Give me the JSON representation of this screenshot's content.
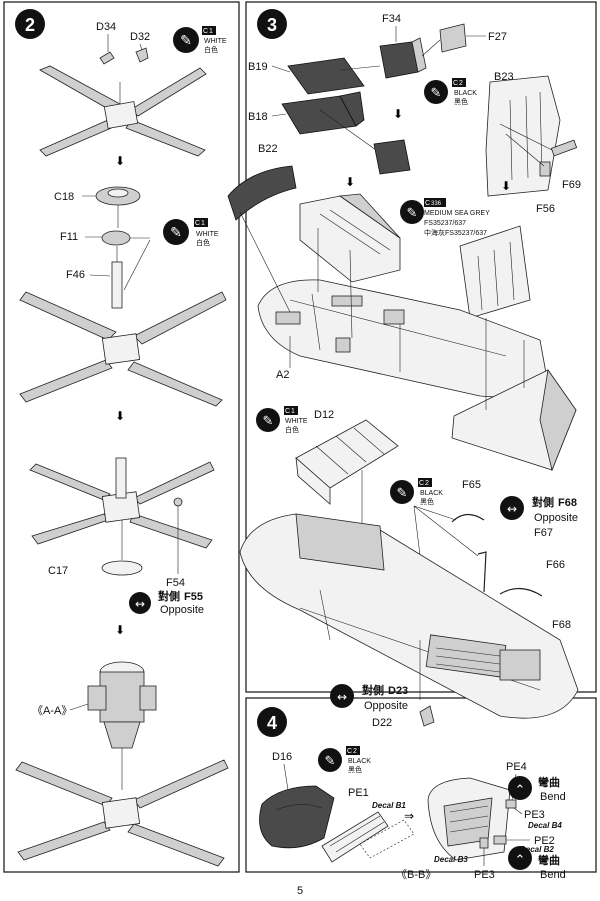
{
  "steps": [
    {
      "number": "2"
    },
    {
      "number": "3"
    },
    {
      "number": "4"
    }
  ],
  "step2": {
    "labels": [
      "D34",
      "D32",
      "C18",
      "F11",
      "F46",
      "C17",
      "F54"
    ],
    "paint1": {
      "code": "C",
      "num": "1",
      "name": "WHITE",
      "chinese": "白色"
    },
    "paint2": {
      "code": "C",
      "num": "1",
      "name": "WHITE",
      "chinese": "白色"
    },
    "opposite": {
      "chinese": "對側",
      "part": "F55",
      "word": "Opposite"
    },
    "section": "《A-A》"
  },
  "step3": {
    "labels": [
      "F34",
      "F27",
      "B19",
      "B23",
      "B18",
      "B22",
      "F69",
      "F56",
      "A2",
      "D12",
      "F65",
      "F67",
      "F66",
      "F68",
      "D22"
    ],
    "paint_black1": {
      "code": "C",
      "num": "2",
      "name": "BLACK",
      "chinese": "黑色"
    },
    "paint_grey": {
      "code": "C",
      "num": "336",
      "name": "MEDIUM SEA GREY",
      "fs": "FS35237/637",
      "chinese": "中海灰FS35237/637"
    },
    "paint_white": {
      "code": "C",
      "num": "1",
      "name": "WHITE",
      "chinese": "白色"
    },
    "paint_black2": {
      "code": "C",
      "num": "2",
      "name": "BLACK",
      "chinese": "黑色"
    },
    "opposite1": {
      "chinese": "對側",
      "part": "F68",
      "word": "Opposite"
    },
    "opposite2": {
      "chinese": "對側",
      "part": "D23",
      "word": "Opposite"
    }
  },
  "step4": {
    "labels": [
      "D16",
      "PE1",
      "PE4",
      "PE3",
      "PE2",
      "PE3"
    ],
    "paint": {
      "code": "C",
      "num": "2",
      "name": "BLACK",
      "chinese": "黑色"
    },
    "decals": [
      "Decal B1",
      "Decal B4",
      "Decal B2",
      "Decal B3"
    ],
    "bend1": {
      "chinese": "彎曲",
      "word": "Bend"
    },
    "bend2": {
      "chinese": "彎曲",
      "word": "Bend"
    },
    "section": "《B-B》"
  },
  "page_number": "5"
}
